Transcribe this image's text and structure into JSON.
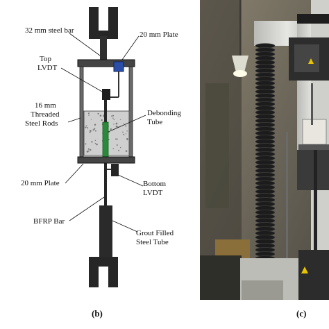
{
  "diagram": {
    "labels": {
      "steel_bar": "32 mm steel bar",
      "top_plate": "20 mm Plate",
      "top_lvdt_1": "Top",
      "top_lvdt_2": "LVDT",
      "rods_1": "16 mm",
      "rods_2": "Threaded",
      "rods_3": "Steel Rods",
      "debond_1": "Debonding",
      "debond_2": "Tube",
      "bottom_plate": "20 mm Plate",
      "bottom_lvdt_1": "Bottom",
      "bottom_lvdt_2": "LVDT",
      "bfrp": "BFRP Bar",
      "grout_1": "Grout Filled",
      "grout_2": "Steel Tube"
    },
    "captions": {
      "left": "(b)",
      "right": "(c)"
    }
  },
  "colors": {
    "steel": "#262626",
    "concrete": "#cfcfcf",
    "lvdt_blue": "#2b4ea8",
    "debond_green": "#2a8a3a",
    "photo_wall": "#6e6a5e",
    "machine_frame": "#d8d8d4"
  }
}
